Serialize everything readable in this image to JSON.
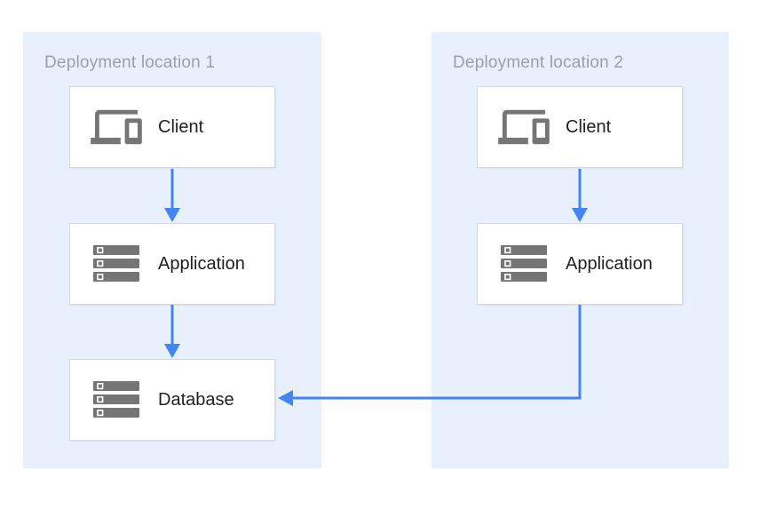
{
  "diagram": {
    "groups": [
      {
        "id": "deployment-location-1",
        "title": "Deployment location 1",
        "nodes": [
          {
            "id": "client-1",
            "label": "Client",
            "icon": "devices-icon"
          },
          {
            "id": "application-1",
            "label": "Application",
            "icon": "server-stack-icon"
          },
          {
            "id": "database-1",
            "label": "Database",
            "icon": "server-stack-icon"
          }
        ]
      },
      {
        "id": "deployment-location-2",
        "title": "Deployment location 2",
        "nodes": [
          {
            "id": "client-2",
            "label": "Client",
            "icon": "devices-icon"
          },
          {
            "id": "application-2",
            "label": "Application",
            "icon": "server-stack-icon"
          }
        ]
      }
    ],
    "edges": [
      {
        "from": "client-1",
        "to": "application-1"
      },
      {
        "from": "application-1",
        "to": "database-1"
      },
      {
        "from": "client-2",
        "to": "application-2"
      },
      {
        "from": "application-2",
        "to": "database-1"
      }
    ],
    "colors": {
      "panel_bg": "#e8f0fe",
      "box_bg": "#ffffff",
      "box_border": "#d7d9dc",
      "icon_gray": "#757575",
      "arrow_blue": "#4285f4",
      "title_text": "#9aa0a6",
      "label_text": "#212121"
    }
  }
}
